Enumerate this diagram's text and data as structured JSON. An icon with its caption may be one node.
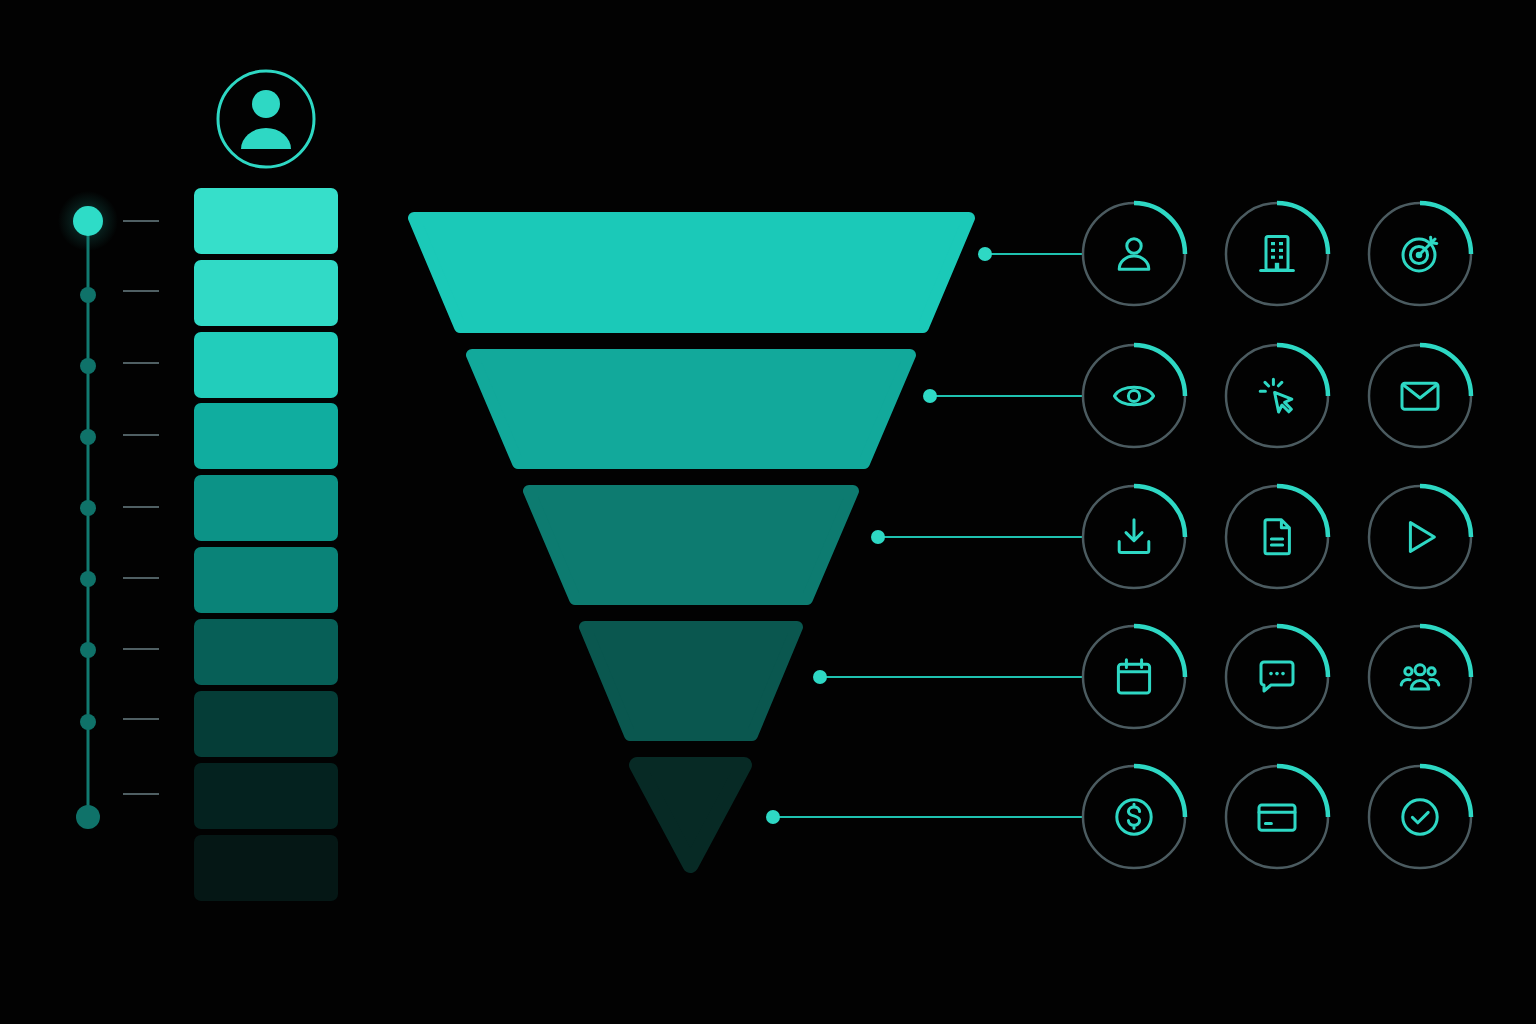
{
  "diagram": {
    "nodes": [
      {
        "text": [],
        "shape": "bar"
      },
      {
        "text": [],
        "shape": "bar"
      },
      {
        "text": [],
        "shape": "bar"
      },
      {
        "text": [],
        "shape": "bar"
      },
      {
        "text": [],
        "shape": "bar"
      },
      {
        "text": [],
        "shape": "bar"
      },
      {
        "text": [],
        "shape": "bar"
      },
      {
        "text": [],
        "shape": "bar"
      },
      {
        "text": [],
        "shape": "bar"
      },
      {
        "text": [],
        "shape": "bar"
      },
      {
        "text": [],
        "shape": "trapezoid"
      },
      {
        "text": [],
        "shape": "trapezoid"
      },
      {
        "text": [],
        "shape": "trapezoid"
      },
      {
        "text": [],
        "shape": "trapezoid"
      },
      {
        "text": [],
        "shape": "triangle"
      },
      {
        "text": [],
        "shape": "circle"
      },
      {
        "text": [],
        "shape": "circle"
      },
      {
        "text": [],
        "shape": "circle"
      },
      {
        "text": [],
        "shape": "circle"
      },
      {
        "text": [],
        "shape": "circle"
      },
      {
        "text": [],
        "shape": "circle"
      },
      {
        "text": [],
        "shape": "circle"
      },
      {
        "text": [],
        "shape": "circle"
      },
      {
        "text": [],
        "shape": "circle"
      },
      {
        "text": [],
        "shape": "circle"
      },
      {
        "text": [],
        "shape": "circle"
      },
      {
        "text": [],
        "shape": "circle"
      },
      {
        "text": [],
        "shape": "circle"
      },
      {
        "text": [],
        "shape": "circle"
      },
      {
        "text": [],
        "shape": "circle"
      }
    ],
    "edges": [
      {
        "from": 10,
        "to": 15,
        "arrow": "other"
      },
      {
        "from": 11,
        "to": 18,
        "arrow": "other"
      },
      {
        "from": 12,
        "to": 21,
        "arrow": "other"
      },
      {
        "from": 13,
        "to": 24,
        "arrow": "other"
      },
      {
        "from": 14,
        "to": 27,
        "arrow": "other"
      }
    ]
  }
}
